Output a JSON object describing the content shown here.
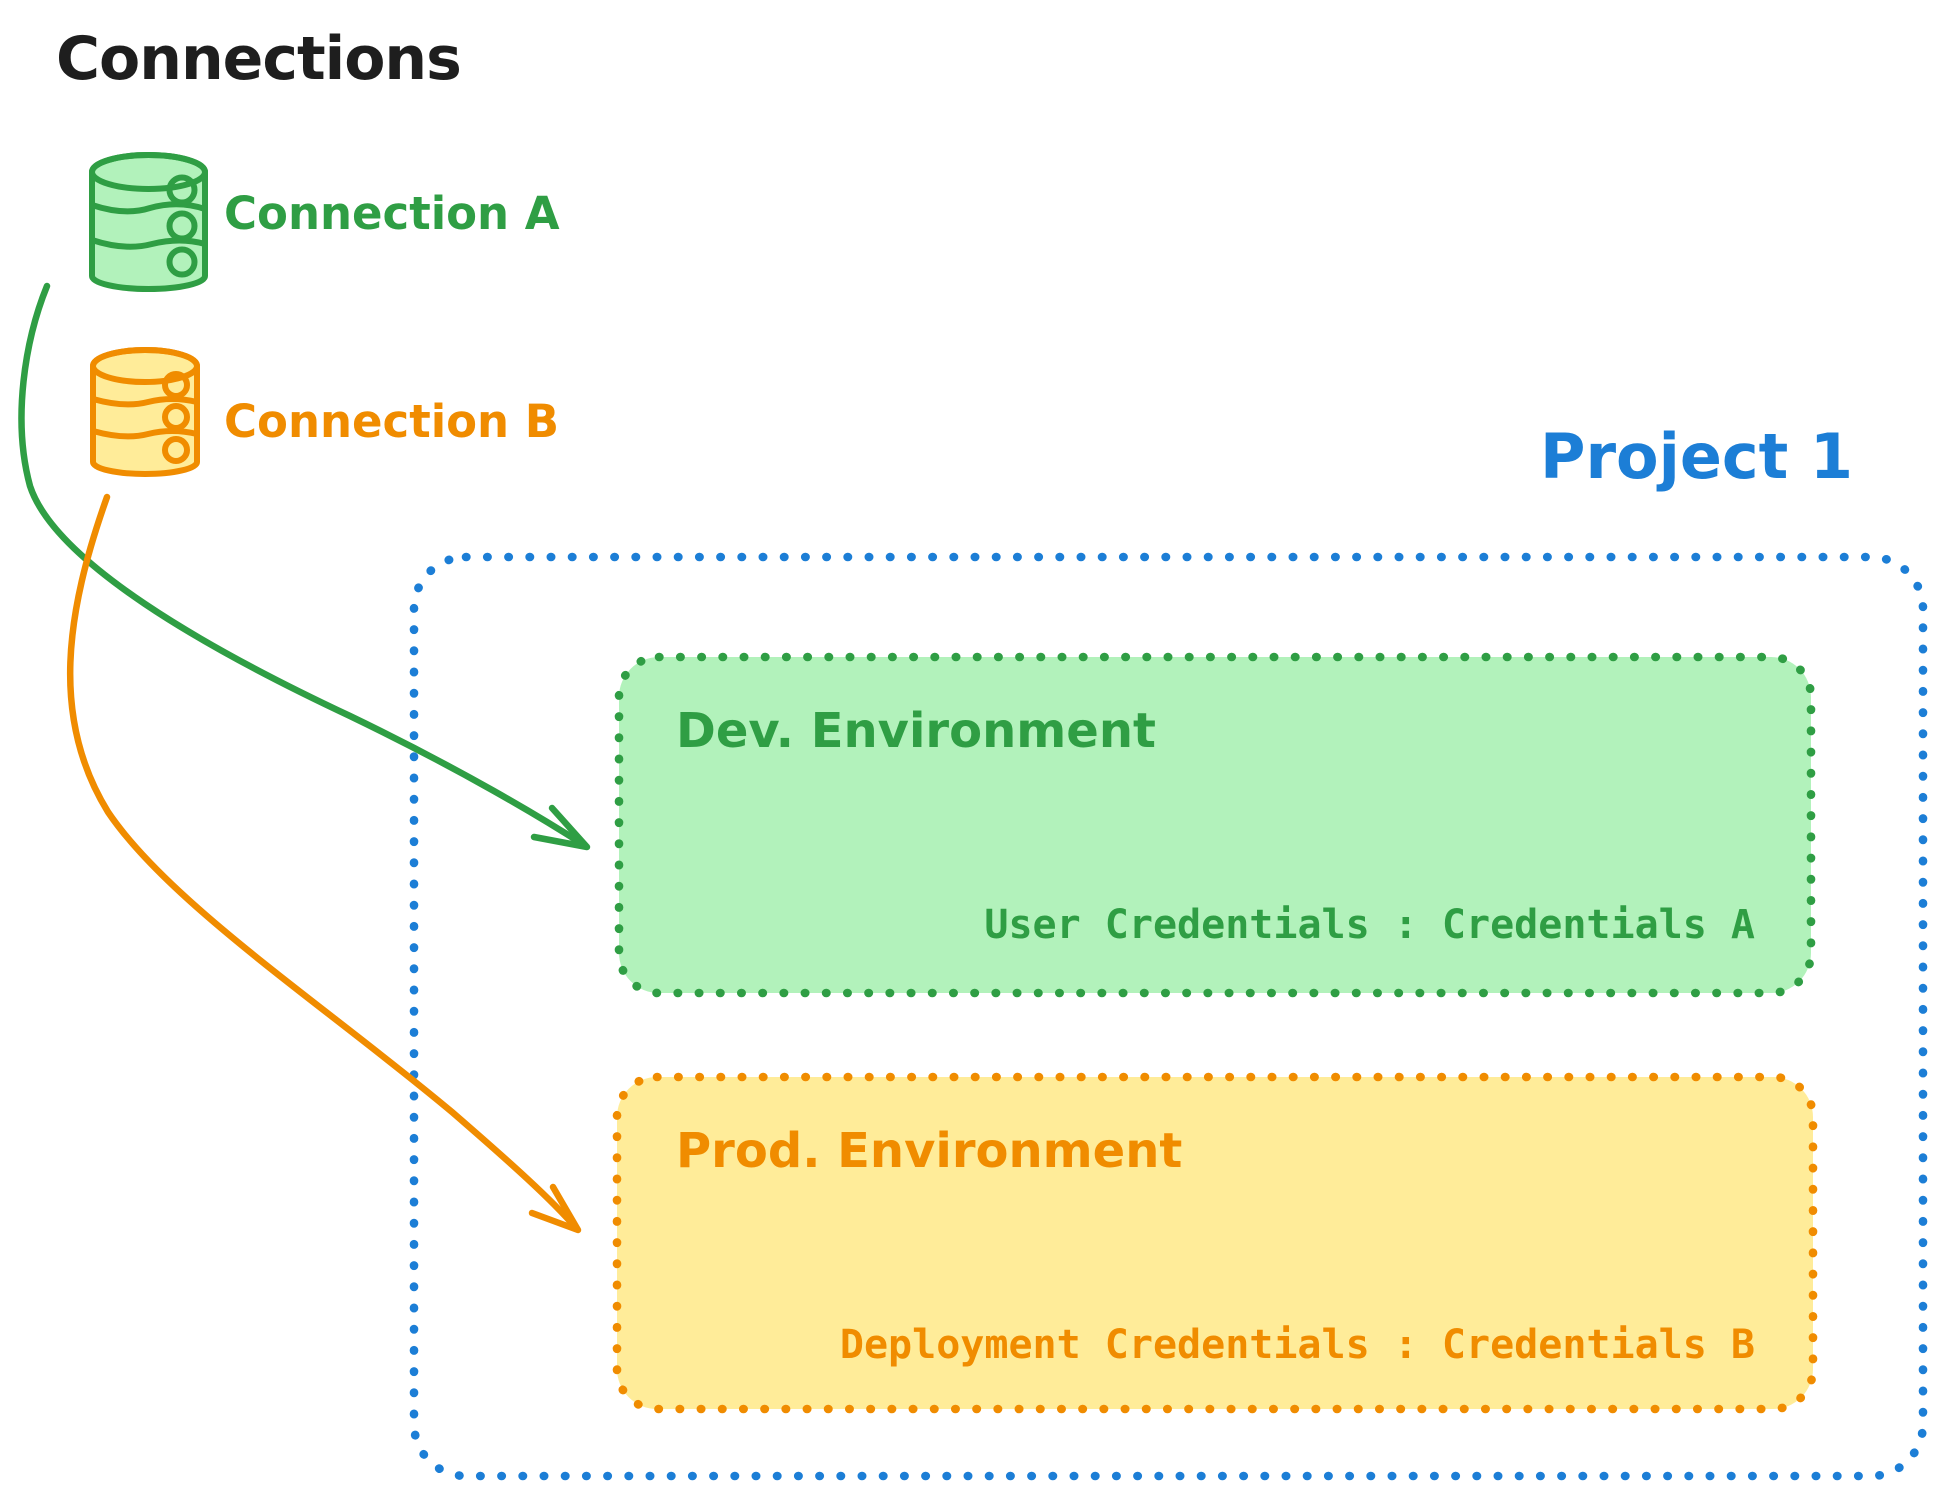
{
  "title": "Connections",
  "colors": {
    "ink_black": "#1e1e1e",
    "green_stroke": "#2f9e44",
    "green_fill": "#b2f2bb",
    "orange_stroke": "#f08c00",
    "orange_fill": "#ffec99",
    "blue": "#1c7ed6",
    "background": "#ffffff"
  },
  "connections": [
    {
      "label": "Connection A",
      "icon": "database-icon",
      "color": "#2f9e44",
      "fill": "#b2f2bb"
    },
    {
      "label": "Connection B",
      "icon": "database-icon",
      "color": "#f08c00",
      "fill": "#ffec99"
    }
  ],
  "project": {
    "title": "Project 1",
    "border_color": "#1c7ed6",
    "environments": [
      {
        "name": "Dev. Environment",
        "credentials_text": "User Credentials : Credentials A",
        "stroke": "#2f9e44",
        "fill": "#b2f2bb"
      },
      {
        "name": "Prod. Environment",
        "credentials_text": "Deployment Credentials : Credentials B",
        "stroke": "#f08c00",
        "fill": "#ffec99"
      }
    ]
  },
  "arrows": [
    {
      "name": "connection-a-to-dev-environment",
      "color": "#2f9e44"
    },
    {
      "name": "connection-b-to-prod-environment",
      "color": "#f08c00"
    }
  ]
}
